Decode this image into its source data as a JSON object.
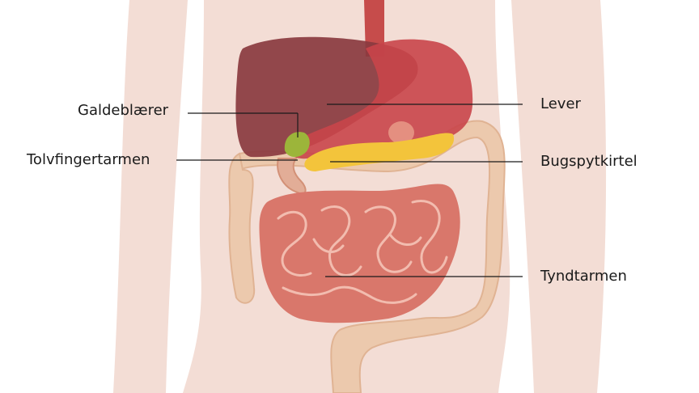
{
  "labels": {
    "galdeblaerer": "Galdeblærer",
    "tolvfingertarmen": "Tolvfingertarmen",
    "lever": "Lever",
    "bugspytkirtel": "Bugspytkirtel",
    "tyndtarmen": "Tyndtarmen"
  },
  "colors": {
    "background": "#ffffff",
    "skin": "#f3ddd5",
    "liver": "#8a3a3f",
    "stomach": "#c9454a",
    "gallbladder": "#9cb53a",
    "pancreas": "#f3c43b",
    "colon": "#ecc9ad",
    "small_intestine": "#d9776b",
    "leader_line": "#1a1a1a"
  }
}
